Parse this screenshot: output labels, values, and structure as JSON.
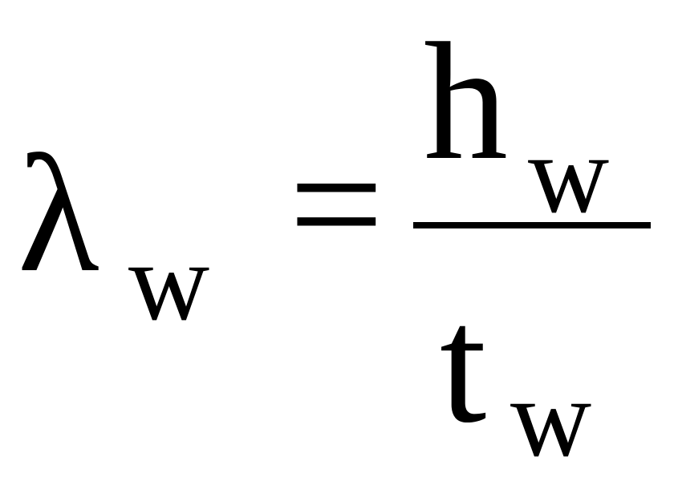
{
  "equation": {
    "lhs": {
      "symbol": "λ",
      "subscript": "w"
    },
    "relation": "=",
    "rhs": {
      "numerator": {
        "symbol": "h",
        "subscript": "w"
      },
      "denominator": {
        "symbol": "t",
        "subscript": "w"
      }
    }
  }
}
